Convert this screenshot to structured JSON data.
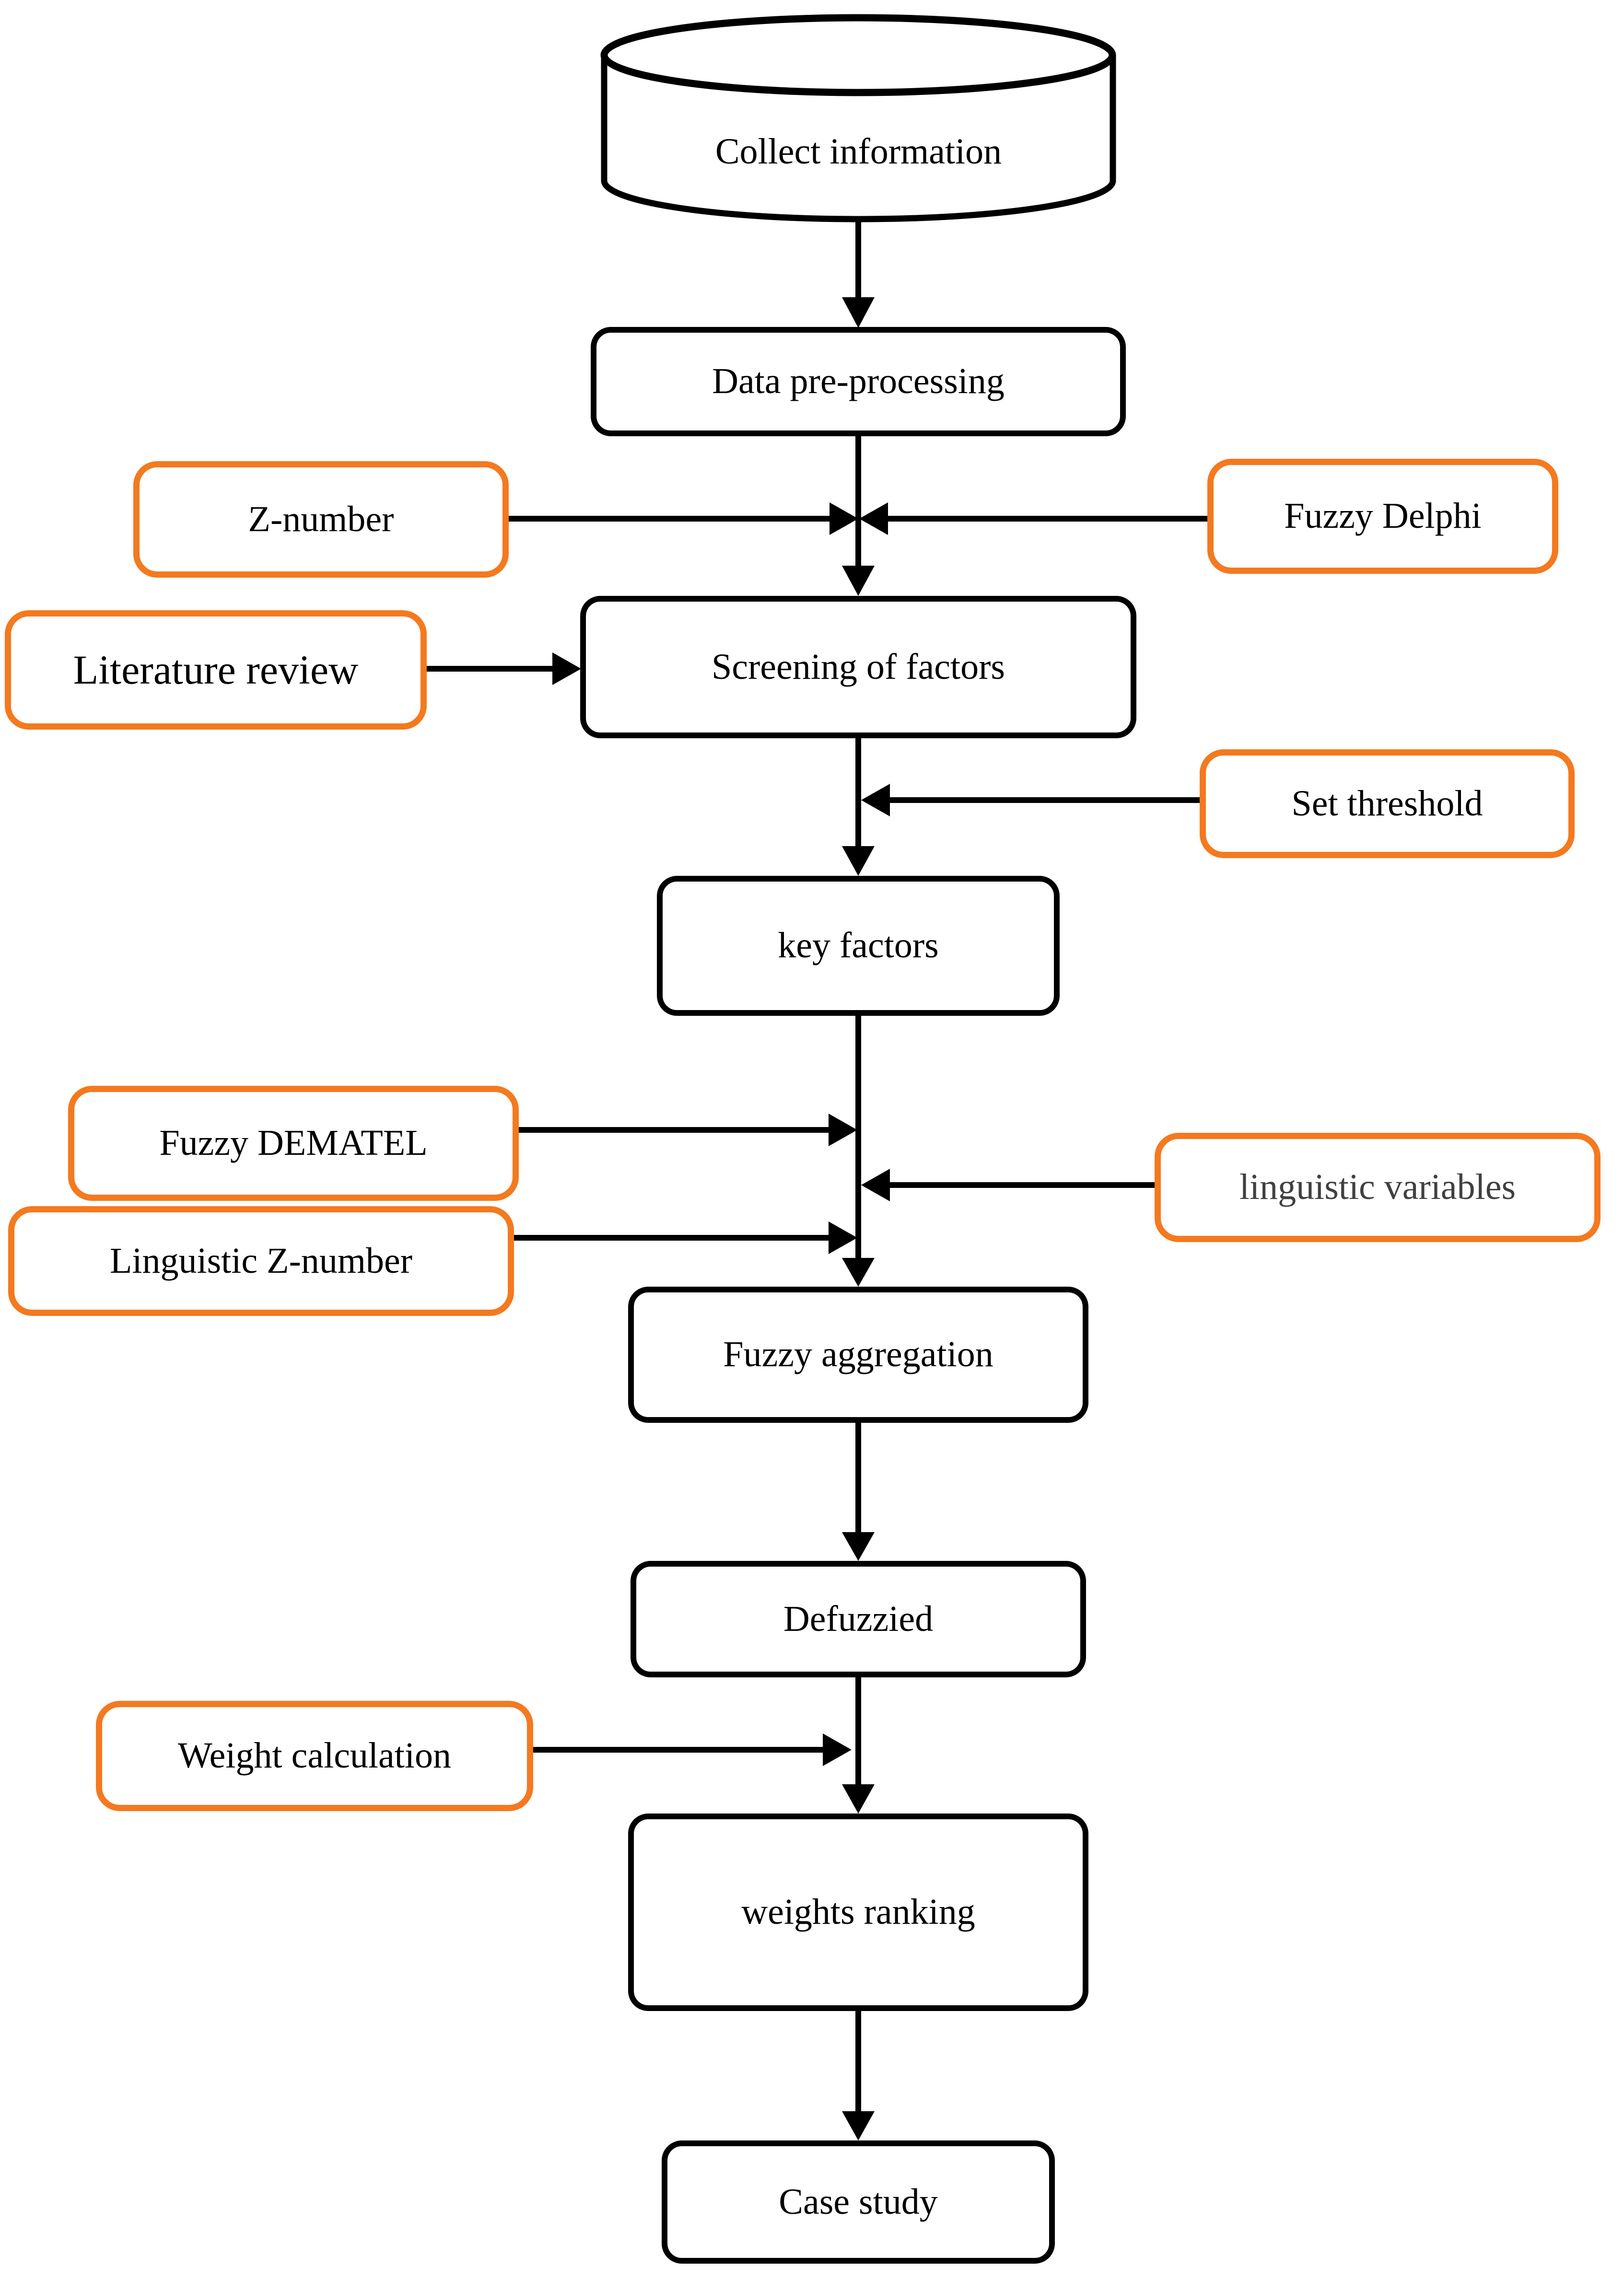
{
  "diagram": {
    "type": "flowchart",
    "colors": {
      "background": "#FFFFFF",
      "box_border_black": "#000000",
      "box_border_orange": "#F4791F",
      "connector": "#000000",
      "text": "#000000",
      "linguistic_variables_text": "#404040"
    },
    "nodes": {
      "collect_information": {
        "label": "Collect information",
        "shape": "cylinder"
      },
      "data_preprocessing": {
        "label": "Data pre-processing",
        "shape": "rounded-rect-black"
      },
      "z_number": {
        "label": "Z-number",
        "shape": "rounded-rect-orange"
      },
      "fuzzy_delphi": {
        "label": "Fuzzy Delphi",
        "shape": "rounded-rect-orange"
      },
      "literature_review": {
        "label": "Literature review",
        "shape": "rounded-rect-orange"
      },
      "screening_of_factors": {
        "label": "Screening of factors",
        "shape": "rounded-rect-black"
      },
      "set_threshold": {
        "label": "Set threshold",
        "shape": "rounded-rect-orange"
      },
      "key_factors": {
        "label": "key factors",
        "shape": "rounded-rect-black"
      },
      "fuzzy_dematel": {
        "label": "Fuzzy DEMATEL",
        "shape": "rounded-rect-orange"
      },
      "linguistic_variables": {
        "label": "linguistic variables",
        "shape": "rounded-rect-orange"
      },
      "linguistic_z_number": {
        "label": "Linguistic Z-number",
        "shape": "rounded-rect-orange"
      },
      "fuzzy_aggregation": {
        "label": "Fuzzy aggregation",
        "shape": "rounded-rect-black"
      },
      "defuzzied": {
        "label": "Defuzzied",
        "shape": "rounded-rect-black"
      },
      "weight_calculation": {
        "label": "Weight calculation",
        "shape": "rounded-rect-orange"
      },
      "weights_ranking": {
        "label": "weights ranking",
        "shape": "rounded-rect-black"
      },
      "case_study": {
        "label": "Case study",
        "shape": "rounded-rect-black"
      }
    },
    "edges": [
      "collect_information -> data_preprocessing",
      "data_preprocessing -> screening_of_factors",
      "z_number -> (edge data_preprocessing/screening_of_factors)",
      "fuzzy_delphi -> (edge data_preprocessing/screening_of_factors)",
      "literature_review -> screening_of_factors",
      "screening_of_factors -> key_factors",
      "set_threshold -> (edge screening_of_factors/key_factors)",
      "key_factors -> fuzzy_aggregation",
      "fuzzy_dematel -> (edge key_factors/fuzzy_aggregation)",
      "linguistic_variables -> (edge key_factors/fuzzy_aggregation)",
      "linguistic_z_number -> (edge key_factors/fuzzy_aggregation)",
      "fuzzy_aggregation -> defuzzied",
      "defuzzied -> weights_ranking",
      "weight_calculation -> (edge defuzzied/weights_ranking)",
      "weights_ranking -> case_study"
    ]
  }
}
